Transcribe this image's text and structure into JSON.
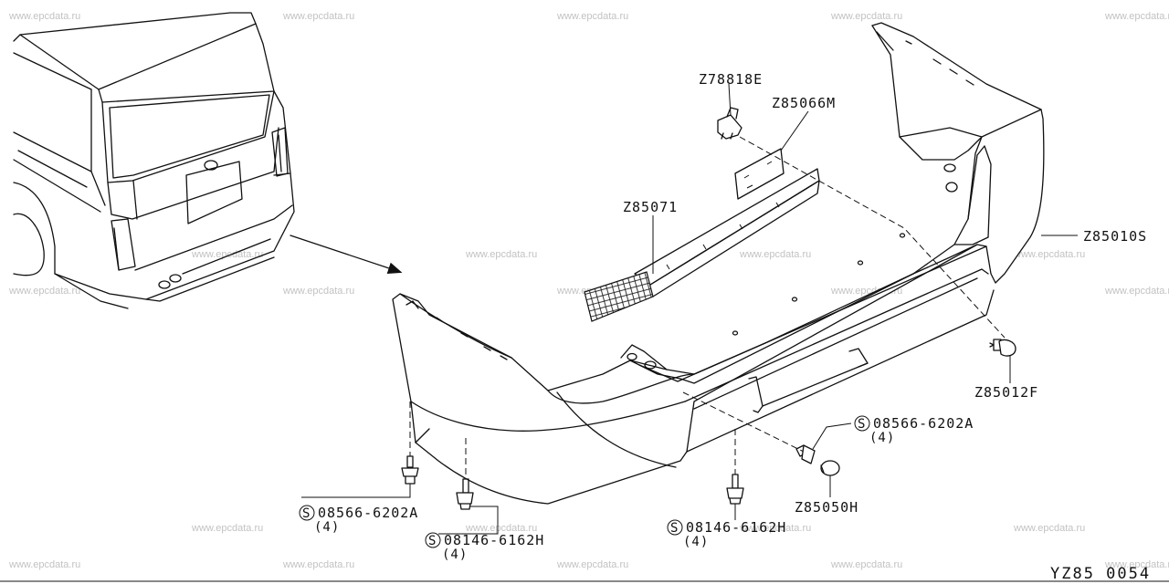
{
  "watermark": "www.epcdata.ru",
  "diagram_code": "YZ85 0054",
  "parts": {
    "bumper": "Z85010S",
    "clip_upper": "Z78818E",
    "bracket": "Z85066M",
    "reinforcement": "Z85071",
    "clip_right": "Z85012F",
    "cap": "Z85050H"
  },
  "fasteners": {
    "screw_left": {
      "symbol": "S",
      "number": "08566-6202A",
      "qty": "(4)"
    },
    "bolt_left": {
      "symbol": "S",
      "number": "08146-6162H",
      "qty": "(4)"
    },
    "bolt_center": {
      "symbol": "S",
      "number": "08146-6162H",
      "qty": "(4)"
    },
    "screw_right": {
      "symbol": "S",
      "number": "08566-6202A",
      "qty": "(4)"
    }
  },
  "colors": {
    "line": "#111111",
    "watermark": "#c2c2c2",
    "background": "#ffffff"
  }
}
